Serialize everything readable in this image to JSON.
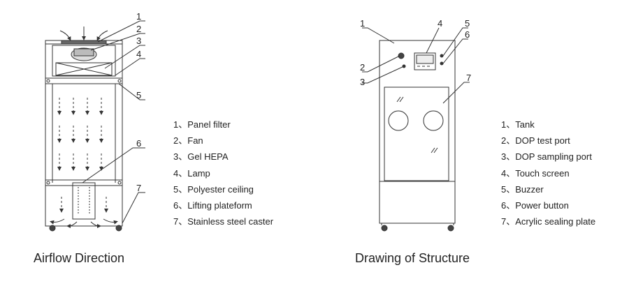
{
  "left_panel": {
    "caption": "Airflow Direction",
    "callout_numbers": [
      "1",
      "2",
      "3",
      "4",
      "5",
      "6",
      "7"
    ],
    "legend": [
      {
        "num": "1",
        "label": "Panel filter"
      },
      {
        "num": "2",
        "label": "Fan"
      },
      {
        "num": "3",
        "label": "Gel HEPA"
      },
      {
        "num": "4",
        "label": "Lamp"
      },
      {
        "num": "5",
        "label": "Polyester ceiling"
      },
      {
        "num": "6",
        "label": "Lifting plateform"
      },
      {
        "num": "7",
        "label": "Stainless steel caster"
      }
    ]
  },
  "right_panel": {
    "caption": "Drawing of Structure",
    "callout_numbers": [
      "1",
      "2",
      "3",
      "4",
      "5",
      "6",
      "7"
    ],
    "legend": [
      {
        "num": "1",
        "label": "Tank"
      },
      {
        "num": "2",
        "label": "DOP test port"
      },
      {
        "num": "3",
        "label": "DOP sampling port"
      },
      {
        "num": "4",
        "label": "Touch screen"
      },
      {
        "num": "5",
        "label": "Buzzer"
      },
      {
        "num": "6",
        "label": "Power button"
      },
      {
        "num": "7",
        "label": "Acrylic sealing plate"
      }
    ]
  },
  "separator": "、"
}
